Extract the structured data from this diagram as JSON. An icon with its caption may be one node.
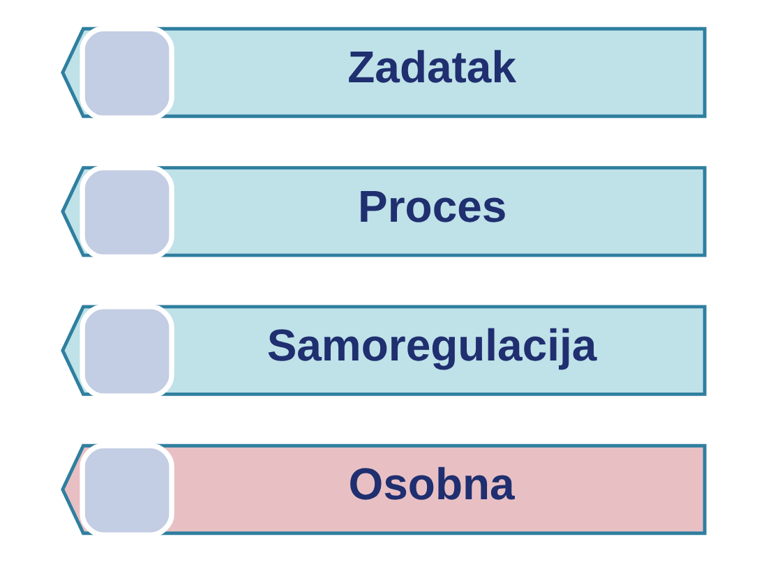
{
  "diagram": {
    "nodes": [
      {
        "text": [
          "Osobna"
        ]
      },
      {
        "text": [
          "Samoregulacija"
        ]
      },
      {
        "text": [
          "Proces"
        ]
      },
      {
        "text": [
          "Zadatak"
        ]
      }
    ],
    "edges": []
  }
}
